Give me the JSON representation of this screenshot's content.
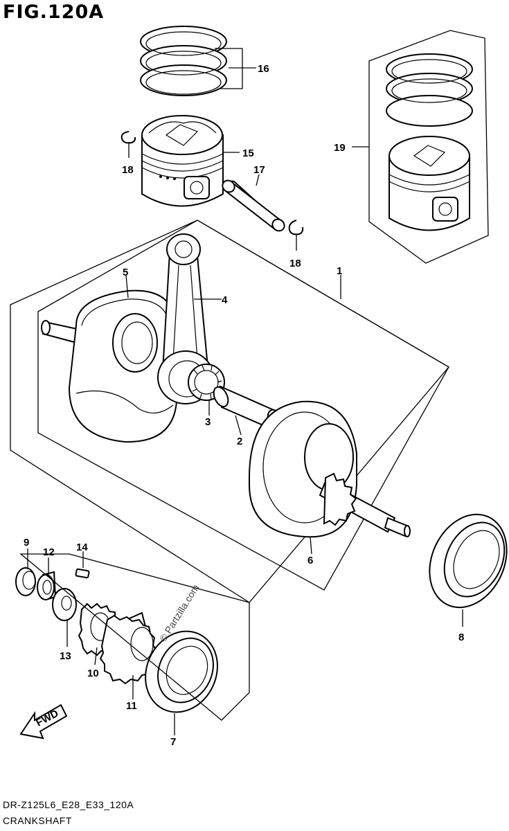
{
  "header": {
    "figure": "FIG.120A"
  },
  "footer": {
    "code": "DR-Z125L6_E28_E33_120A",
    "name": "CRANKSHAFT"
  },
  "watermark": "© Partzilla.com",
  "fwd_label": "FWD",
  "callouts": {
    "c1": "1",
    "c2": "2",
    "c3": "3",
    "c4": "4",
    "c5": "5",
    "c6": "6",
    "c7": "7",
    "c8": "8",
    "c9": "9",
    "c10": "10",
    "c11": "11",
    "c12": "12",
    "c13": "13",
    "c14": "14",
    "c15": "15",
    "c16": "16",
    "c17": "17",
    "c18a": "18",
    "c18b": "18",
    "c19": "19"
  },
  "colors": {
    "line": "#000000",
    "background": "#ffffff"
  }
}
